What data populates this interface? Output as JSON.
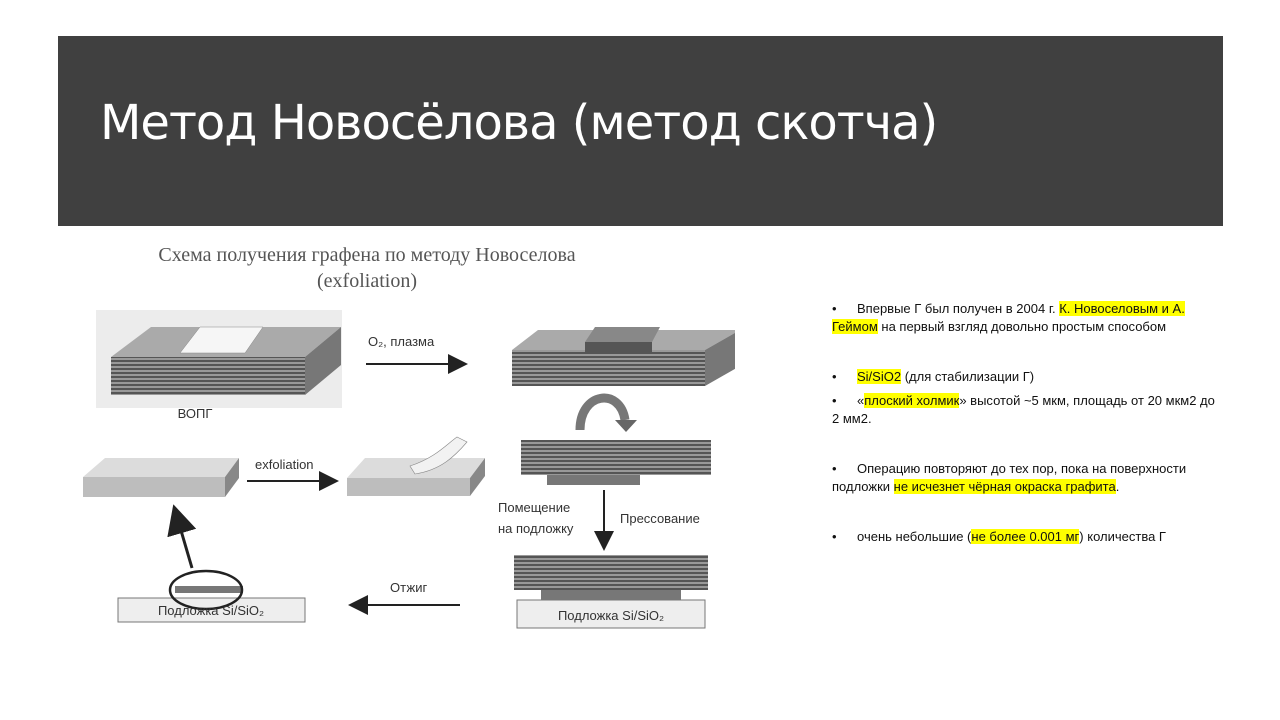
{
  "slide": {
    "title": "Метод Новосёлова (метод скотча)",
    "header_color": "#404040",
    "highlight_color": "#ffff00"
  },
  "diagram": {
    "title_line1": "Схема получения графена по методу Новоселова",
    "title_line2": "(exfoliation)",
    "labels": {
      "hopg": "ВОПГ",
      "plasma": "О₂, плазма",
      "exfoliation": "exfoliation",
      "placement_line1": "Помещение",
      "placement_line2": "на подложку",
      "pressing": "Прессование",
      "annealing": "Отжиг",
      "substrate_left": "Подложка Si/SiO₂",
      "substrate_right": "Подложка Si/SiO₂"
    }
  },
  "bullets": {
    "b1": {
      "marker": "•",
      "part1": "Впервые Г был получен в 2004 г. ",
      "hl1": "К. Новоселовым и А. Геймом",
      "part2": " на первый взгляд довольно простым способом"
    },
    "b2": {
      "marker": "•",
      "hl1": "Si/SiO2",
      "part1": " (для стабилизации Г)"
    },
    "b3": {
      "marker": "•",
      "part1": "«",
      "hl1": "плоский холмик",
      "part2": "» высотой ~5 мкм, площадь от 20 мкм2 до 2 мм2."
    },
    "b4": {
      "marker": "•",
      "part1": "Операцию повторяют до тех пор, пока на поверхности подложки ",
      "hl1": "не исчезнет чёрная окраска графита",
      "part2": "."
    },
    "b5": {
      "marker": "•",
      "part1": "очень небольшие (",
      "hl1": "не более 0.001 мг",
      "part2": ") количества Г"
    }
  }
}
